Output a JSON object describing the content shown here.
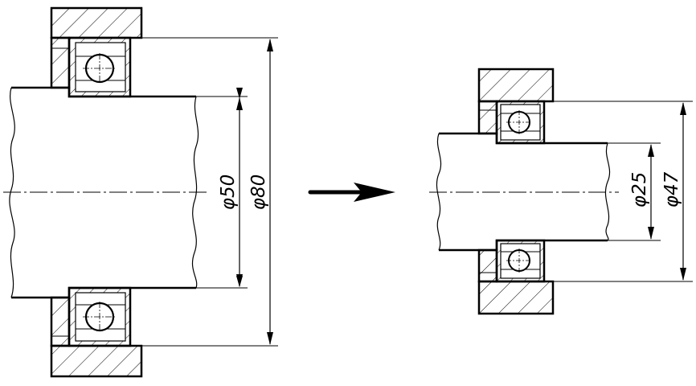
{
  "figure": {
    "left_assembly": {
      "inner_dimension": "φ50",
      "outer_dimension": "φ80"
    },
    "right_assembly": {
      "inner_dimension": "φ25",
      "outer_dimension": "φ47"
    },
    "colors": {
      "line": "#000000",
      "background": "#ffffff"
    }
  }
}
